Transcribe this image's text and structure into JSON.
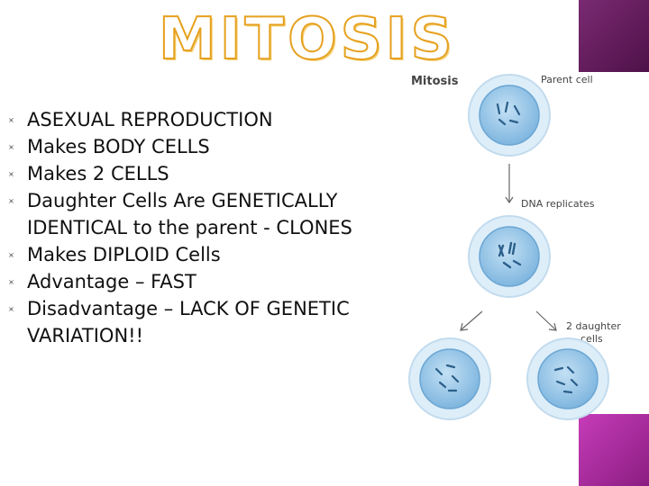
{
  "slide": {
    "title": "MITOSIS",
    "bullets": [
      "ASEXUAL REPRODUCTION",
      "Makes BODY CELLS",
      "Makes 2 CELLS",
      "Daughter Cells Are GENETICALLY IDENTICAL to the parent - CLONES",
      "Makes DIPLOID Cells",
      "Advantage – FAST",
      "Disadvantage – LACK OF GENETIC VARIATION!!"
    ]
  },
  "diagram": {
    "heading": "Mitosis",
    "parent_label": "Parent cell",
    "replicate_label": "DNA replicates",
    "daughter_label_line1": "2 daughter",
    "daughter_label_line2": "cells"
  },
  "colors": {
    "title_outline": "#e6a11f",
    "cell_fill": "#8fc2e6",
    "cell_ring": "#d9ecf8",
    "accent_top": "#5e1a58",
    "accent_bottom": "#b02fa4"
  }
}
